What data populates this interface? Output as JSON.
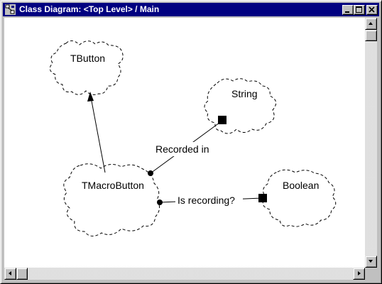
{
  "window": {
    "title": "Class Diagram: <Top Level> / Main",
    "controls": [
      "minimize-icon",
      "maximize-icon",
      "close-icon"
    ]
  },
  "diagram": {
    "classes": {
      "tbutton": "TButton",
      "string": "String",
      "tmacrobutton": "TMacroButton",
      "boolean": "Boolean"
    },
    "associations": {
      "recorded_in": "Recorded in",
      "is_recording": "Is recording?"
    }
  },
  "scrollbars": {
    "vertical": [
      "up-arrow-icon",
      "down-arrow-icon"
    ],
    "horizontal": [
      "left-arrow-icon",
      "right-arrow-icon"
    ]
  }
}
